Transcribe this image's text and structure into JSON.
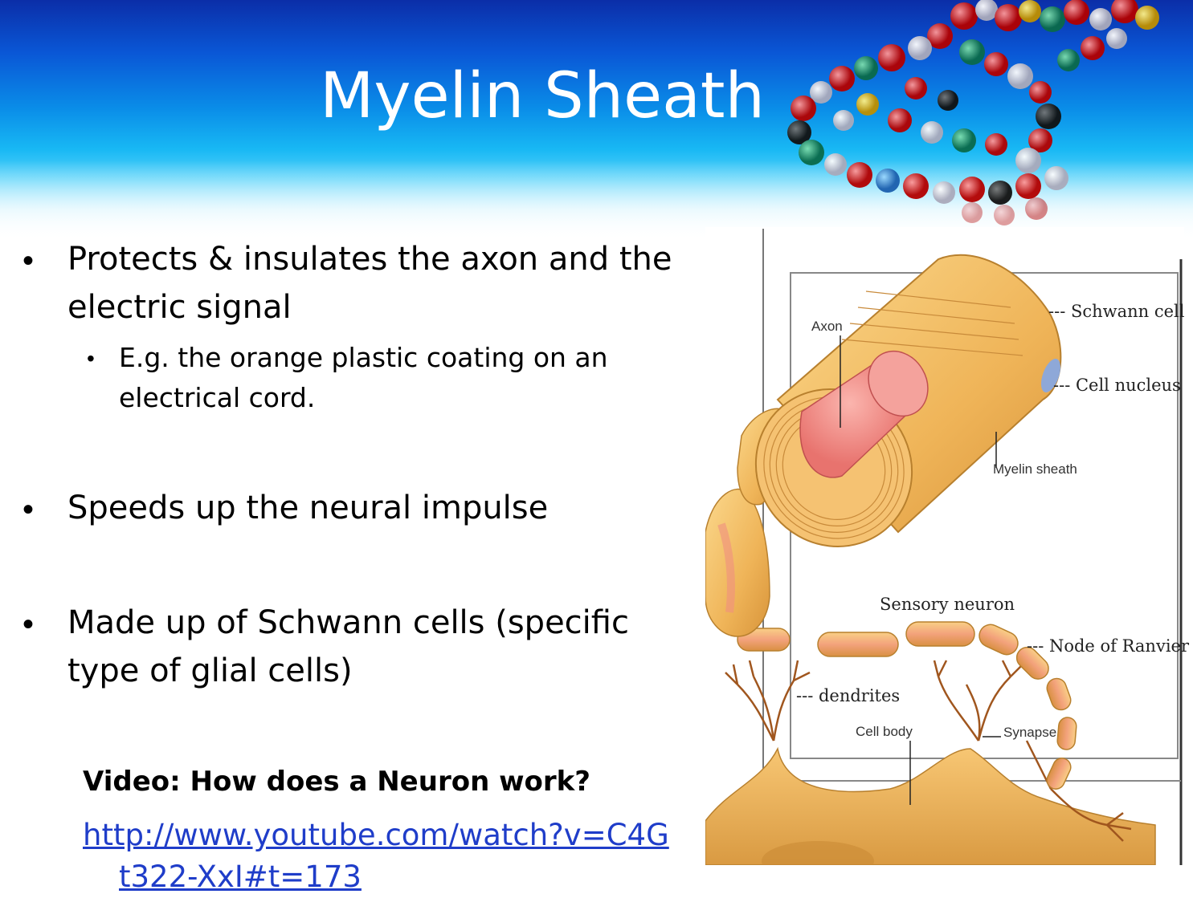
{
  "slide": {
    "title": "Myelin Sheath",
    "bullets": [
      {
        "text_line1": "Protects & insulates the axon and the",
        "text_line2": "electric signal",
        "sub": {
          "line1": "E.g. the orange plastic coating  on an",
          "line2": "electrical cord."
        }
      },
      {
        "text": "Speeds up the neural impulse"
      },
      {
        "text_line1": "Made up of Schwann cells (specific",
        "text_line2": "type of glial cells)"
      }
    ],
    "video_label": "Video: How does a Neuron work?",
    "video_link_line1": "http://www.youtube.com/watch?v=C4G",
    "video_link_line2": "t322-XxI#t=173",
    "bullet_glyph": "•"
  },
  "diagram": {
    "labels": {
      "schwann_cell": "--- Schwann cell",
      "axon": "Axon",
      "cell_nucleus": "--- Cell nucleus",
      "myelin_sheath": "Myelin sheath",
      "sensory_neuron": "Sensory neuron",
      "node_of_ranvier": "--- Node of Ranvier",
      "dendrites": "--- dendrites",
      "cell_body": "Cell body",
      "synapse": "Synapse"
    }
  },
  "colors": {
    "title": "#ffffff",
    "link": "#1f3dc9",
    "myelin_orange": "#f2b860",
    "axon_pink": "#f08a86"
  }
}
